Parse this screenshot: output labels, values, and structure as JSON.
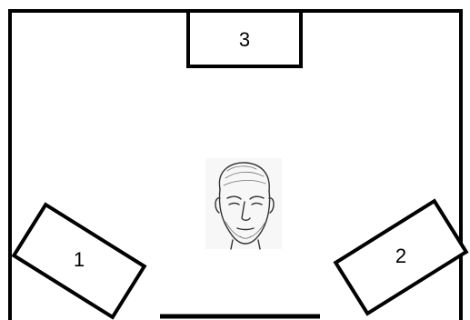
{
  "diagram": {
    "boxes": [
      {
        "label": "1"
      },
      {
        "label": "2"
      },
      {
        "label": "3"
      }
    ],
    "center_figure": {
      "icon": "head-sketch-icon"
    },
    "colors": {
      "line": "#000000",
      "background": "#ffffff"
    }
  }
}
